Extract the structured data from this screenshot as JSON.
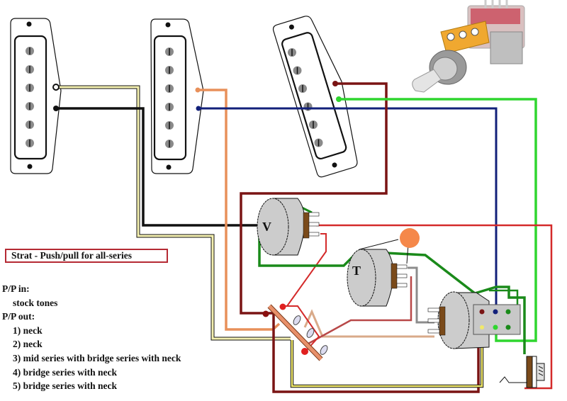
{
  "title": "Strat - Push/pull for all-series",
  "pot_labels": {
    "volume": "V",
    "tone": "T"
  },
  "notes": {
    "pp_in_heading": "P/P in:",
    "pp_in_items": [
      "stock tones"
    ],
    "pp_out_heading": "P/P out:",
    "pp_out_items": [
      "1) neck",
      "2) neck",
      "3) mid series with bridge series with neck",
      "4) bridge series with neck",
      "5) bridge series with neck"
    ]
  },
  "components": [
    "neck-pickup",
    "middle-pickup",
    "bridge-pickup",
    "volume-pot",
    "tone-pot",
    "push-pull-pot",
    "five-way-switch",
    "tone-capacitor",
    "output-jack",
    "push-pull-pot-photo"
  ],
  "wire_colors": {
    "black": "#111111",
    "cream": "#f4f0b0",
    "orange": "#e8905a",
    "navy": "#12207a",
    "maroon": "#7a1414",
    "bright_green": "#2fd62f",
    "dark_green": "#1a8a1a",
    "red": "#d42a2a",
    "tan": "#d9aa8a",
    "gray": "#8c8c8c",
    "yellow": "#f0e86a",
    "capacitor": "#f5884a",
    "pot_body": "#cccccc"
  }
}
